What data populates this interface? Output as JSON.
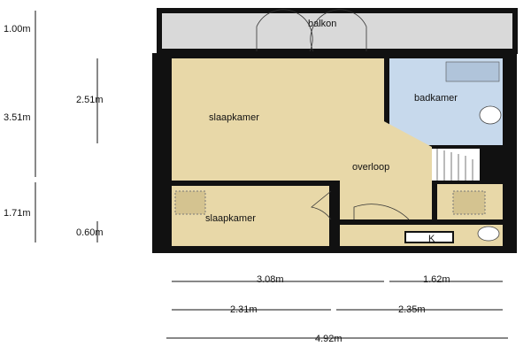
{
  "rooms": {
    "balcony": "balkon",
    "bedroom_1": "slaapkamer",
    "bathroom": "badkamer",
    "landing": "overloop",
    "bedroom_2": "slaapkamer",
    "closet": "K"
  },
  "dimensions": {
    "vertical_left": [
      "1.00m",
      "3.51m",
      "1.71m"
    ],
    "vertical_inner": [
      "2.51m",
      "0.60m"
    ],
    "bottom_row_1": [
      "3.08m",
      "1.62m"
    ],
    "bottom_row_2": [
      "2.31m",
      "2.35m"
    ],
    "bottom_row_3": "4.92m"
  },
  "colors": {
    "wall": "#111111",
    "room_fill": "#e8d8a8",
    "bathroom_fill": "#c7d9ec",
    "balcony_fill": "#d9d9d9",
    "outline": "#ffffff"
  }
}
